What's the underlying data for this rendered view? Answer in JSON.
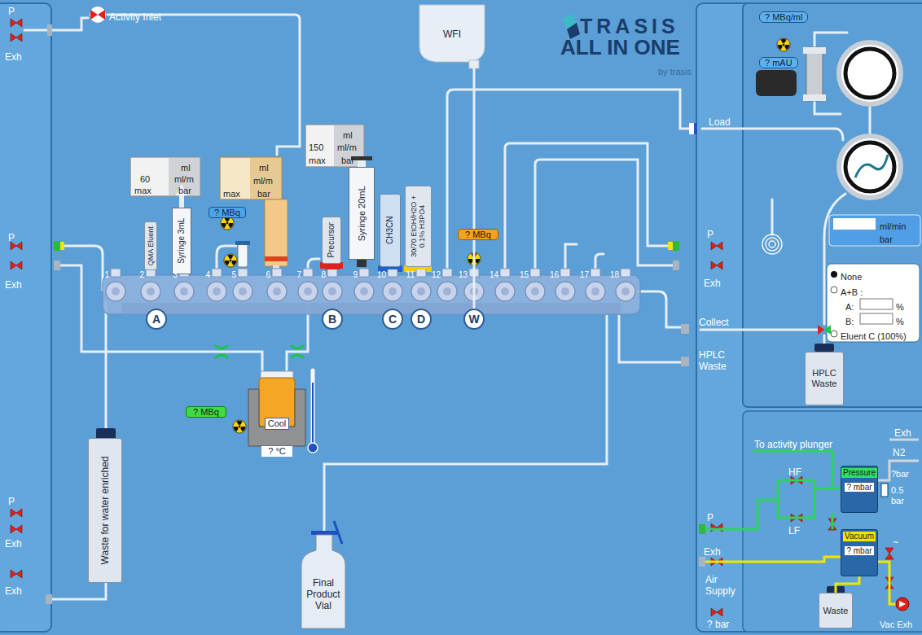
{
  "diagram": {
    "nodes": [
      {
        "text": [
          "QMA Eluent"
        ]
      },
      {
        "text": [
          "Syringe 3mL"
        ]
      },
      {
        "text": [
          "Precursor"
        ]
      },
      {
        "text": [
          "Syringe 20mL"
        ]
      },
      {
        "text": [
          "CH3CN"
        ]
      },
      {
        "text": [
          "30/70 EtOH/H2O + 0.1% H3PO4"
        ]
      },
      {
        "text": [
          "WFI"
        ]
      },
      {
        "text": [
          "Cool",
          "? °C"
        ]
      },
      {
        "text": [
          "Waste for water enriched"
        ]
      },
      {
        "text": [
          "Final Product Vial"
        ]
      },
      {
        "text": [
          "HPLC Waste"
        ]
      },
      {
        "text": [
          "Pressure",
          "? mbar"
        ]
      },
      {
        "text": [
          "Vacuum",
          "? mbar"
        ]
      },
      {
        "text": [
          "Waste"
        ]
      },
      {
        "text": [
          "A"
        ]
      },
      {
        "text": [
          "B"
        ]
      },
      {
        "text": [
          "C"
        ]
      },
      {
        "text": [
          "D"
        ]
      },
      {
        "text": [
          "W"
        ]
      }
    ],
    "edges": [
      {
        "from": 6,
        "to": 18,
        "arrow": "none"
      },
      {
        "from": 12,
        "to": 13,
        "arrow": "none"
      }
    ],
    "labels": [
      "P",
      "Exh",
      "Activity Inlet",
      "TRASIS",
      "ALL IN ONE",
      "by trasis",
      "ml",
      "60",
      "ml/m",
      "max",
      "bar",
      "ml",
      "ml/m",
      "max",
      "bar",
      "? MBq",
      "ml",
      "150",
      "ml/m",
      "max",
      "bar",
      "? MBq",
      "1",
      "2",
      "3",
      "4",
      "5",
      "6",
      "7",
      "8",
      "9",
      "10",
      "11",
      "12",
      "13",
      "14",
      "15",
      "16",
      "17",
      "18",
      "? MBq",
      "P",
      "Exh",
      "P",
      "Exh",
      "Exh",
      "Load",
      "P",
      "Exh",
      "Collect",
      "HPLC Waste",
      "? MBq/ml",
      "? mAU",
      "ml/min",
      "bar",
      "None",
      "A+B :",
      "A:",
      "%",
      "B:",
      "%",
      "Eluent C (100%)",
      "To activity plunger",
      "HF",
      "LF",
      "Exh",
      "N2",
      "?bar",
      "0.5 bar",
      "~",
      "P",
      "Exh",
      "Air Supply",
      "? bar",
      "Vac Exh"
    ]
  }
}
